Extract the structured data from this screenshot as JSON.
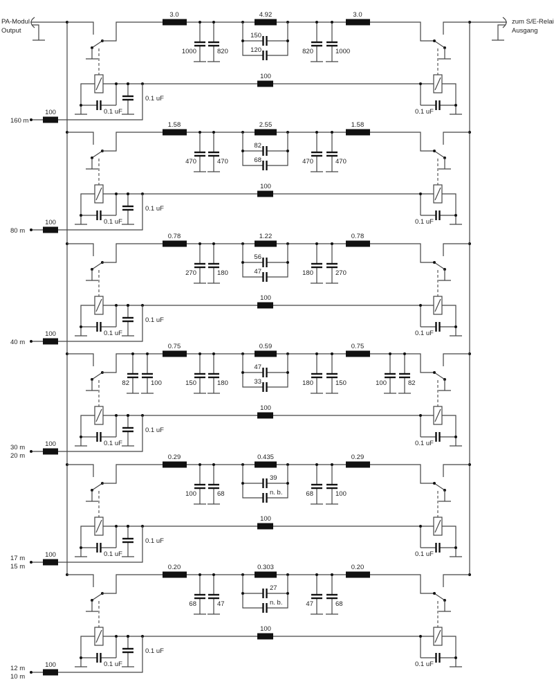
{
  "input_connector": {
    "line1": "PA-Modul",
    "line2": "Output"
  },
  "output_connector": {
    "line1": "zum S/E-Relais",
    "line2": "Ausgang"
  },
  "relay": {
    "series_resistor": "100",
    "decoupling_cap": "0.1 uF",
    "supply_cap": "0.1 uF",
    "right_cap": "0.1 uF",
    "port_resistor": "100"
  },
  "sections": [
    {
      "bands": [
        "160 m"
      ],
      "inductors": [
        "3.0",
        "4.92",
        "3.0"
      ],
      "shunt_left": [
        "1000",
        "820"
      ],
      "shunt_right": [
        "820",
        "1000"
      ],
      "parallel": [
        "150",
        "120"
      ],
      "extra_left": [],
      "extra_right": []
    },
    {
      "bands": [
        "80 m"
      ],
      "inductors": [
        "1.58",
        "2.55",
        "1.58"
      ],
      "shunt_left": [
        "470",
        "470"
      ],
      "shunt_right": [
        "470",
        "470"
      ],
      "parallel": [
        "82",
        "68"
      ],
      "extra_left": [],
      "extra_right": []
    },
    {
      "bands": [
        "40 m"
      ],
      "inductors": [
        "0.78",
        "1.22",
        "0.78"
      ],
      "shunt_left": [
        "270",
        "180"
      ],
      "shunt_right": [
        "180",
        "270"
      ],
      "parallel": [
        "56",
        "47"
      ],
      "extra_left": [],
      "extra_right": []
    },
    {
      "bands": [
        "30 m",
        "20 m"
      ],
      "inductors": [
        "0.75",
        "0.59",
        "0.75"
      ],
      "shunt_left": [
        "150",
        "180"
      ],
      "shunt_right": [
        "180",
        "150"
      ],
      "parallel": [
        "47",
        "33"
      ],
      "extra_left": [
        "82",
        "100"
      ],
      "extra_right": [
        "100",
        "82"
      ]
    },
    {
      "bands": [
        "17 m",
        "15 m"
      ],
      "inductors": [
        "0.29",
        "0.435",
        "0.29"
      ],
      "shunt_left": [
        "100",
        "68"
      ],
      "shunt_right": [
        "68",
        "100"
      ],
      "parallel": [
        "39",
        "n. b."
      ],
      "extra_left": [],
      "extra_right": []
    },
    {
      "bands": [
        "12 m",
        "10 m"
      ],
      "inductors": [
        "0.20",
        "0.303",
        "0.20"
      ],
      "shunt_left": [
        "68",
        "47"
      ],
      "shunt_right": [
        "47",
        "68"
      ],
      "parallel": [
        "27",
        "n. b."
      ],
      "extra_left": [],
      "extra_right": []
    }
  ]
}
